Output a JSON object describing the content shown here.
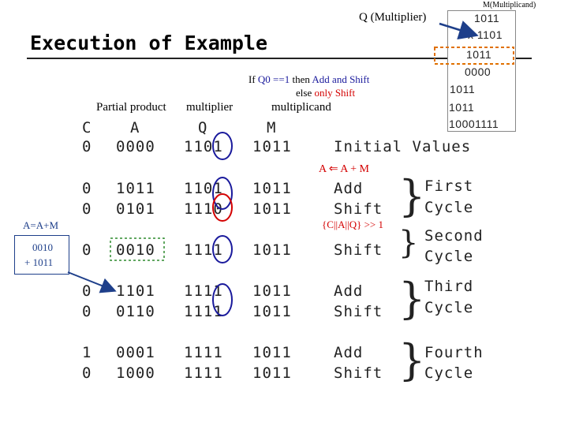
{
  "title": "Execution of Example",
  "labels": {
    "multiplicand_label": "M(Multiplicand)",
    "multiplier_label": "Q (Multiplier)",
    "rule_line1_prefix": "If ",
    "rule_q0": "Q0 ==1",
    "rule_then": " then ",
    "rule_add_shift": "Add and Shift",
    "rule_line2_else": "else ",
    "rule_only_shift": "only Shift",
    "col_partial_product": "Partial product",
    "col_multiplier": "multiplier",
    "col_multiplicand": "multiplicand",
    "a_gets_a_plus_m": "A ⇐ A + M",
    "shift_note": "{C||A||Q} >> 1",
    "left_note": "A=A+M",
    "left_box_line1": "0010",
    "left_box_line2": "+ 1011"
  },
  "calculation": {
    "multiplicand": "1011",
    "multiplier": "x 1101",
    "partials": [
      "1011",
      "0000",
      "1011",
      "1011"
    ],
    "result": "10001111"
  },
  "table": {
    "headers": [
      "C",
      "A",
      "Q",
      "M"
    ],
    "rows": [
      {
        "C": "0",
        "A": "0000",
        "Q": "1101",
        "M": "1011",
        "op": "Initial Values",
        "cycle_line1": "",
        "cycle_line2": ""
      },
      {
        "C": "0",
        "A": "1011",
        "Q": "1101",
        "M": "1011",
        "op": "Add",
        "cycle_line1": "First",
        "cycle_line2": ""
      },
      {
        "C": "0",
        "A": "0101",
        "Q": "1110",
        "M": "1011",
        "op": "Shift",
        "cycle_line1": "",
        "cycle_line2": "Cycle"
      },
      {
        "C": "0",
        "A": "0010",
        "Q": "1111",
        "M": "1011",
        "op": "Shift",
        "cycle_line1": "Second",
        "cycle_line2": "Cycle"
      },
      {
        "C": "0",
        "A": "1101",
        "Q": "1111",
        "M": "1011",
        "op": "Add",
        "cycle_line1": "Third",
        "cycle_line2": ""
      },
      {
        "C": "0",
        "A": "0110",
        "Q": "1111",
        "M": "1011",
        "op": "Shift",
        "cycle_line1": "",
        "cycle_line2": "Cycle"
      },
      {
        "C": "1",
        "A": "0001",
        "Q": "1111",
        "M": "1011",
        "op": "Add",
        "cycle_line1": "Fourth",
        "cycle_line2": ""
      },
      {
        "C": "0",
        "A": "1000",
        "Q": "1111",
        "M": "1011",
        "op": "Shift",
        "cycle_line1": "",
        "cycle_line2": "Cycle"
      }
    ]
  },
  "colors": {
    "highlight_blue": "#1a1a9c",
    "highlight_red": "#d40000",
    "box_orange": "#e07000",
    "box_green": "#2e8b2e",
    "arrow_blue": "#1e3f8a"
  }
}
